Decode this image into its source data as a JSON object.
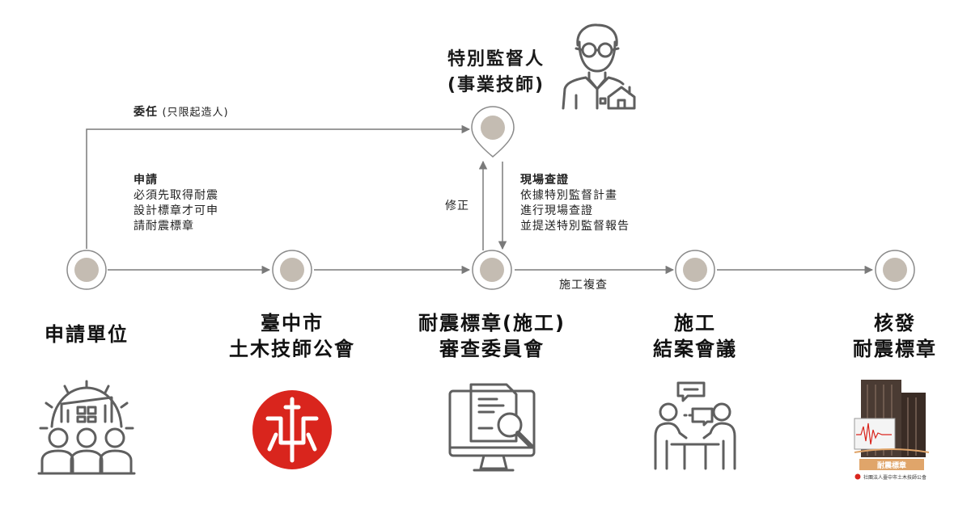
{
  "nodes": [
    {
      "id": "applicant",
      "title_lines": [
        "申請單位"
      ],
      "icon": "organization-icon"
    },
    {
      "id": "association",
      "title_lines": [
        "臺中市",
        "土木技師公會"
      ],
      "icon": "association-logo-icon"
    },
    {
      "id": "committee",
      "title_lines": [
        "耐震標章(施工)",
        "審查委員會"
      ],
      "icon": "document-review-icon"
    },
    {
      "id": "meeting",
      "title_lines": [
        "施工",
        "結案會議"
      ],
      "icon": "meeting-icon"
    },
    {
      "id": "issue",
      "title_lines": [
        "核發",
        "耐震標章"
      ],
      "icon": "certificate-icon"
    }
  ],
  "supervisor": {
    "title_lines": [
      "特別監督人",
      "(事業技師)"
    ],
    "icon": "engineer-icon"
  },
  "labels": {
    "commission": "委任",
    "commission_note": "(只限起造人)",
    "apply_title": "申請",
    "apply_lines": [
      "必須先取得耐震",
      "設計標章才可申",
      "請耐震標章"
    ],
    "revise": "修正",
    "inspect_title": "現場查證",
    "inspect_lines": [
      "依據特別監督計畫",
      "進行現場查證",
      "並提送特別監督報告"
    ],
    "recheck": "施工複查"
  },
  "certificate": {
    "badge_text": "耐震標章",
    "issuer_text": "社團法人臺中市土木技師公會"
  },
  "colors": {
    "line": "#7a7a7a",
    "node_fill": "#c4bcb2",
    "logo_red": "#d9251d",
    "icon_gray": "#5f5f5f",
    "badge": "#e0a56a"
  }
}
